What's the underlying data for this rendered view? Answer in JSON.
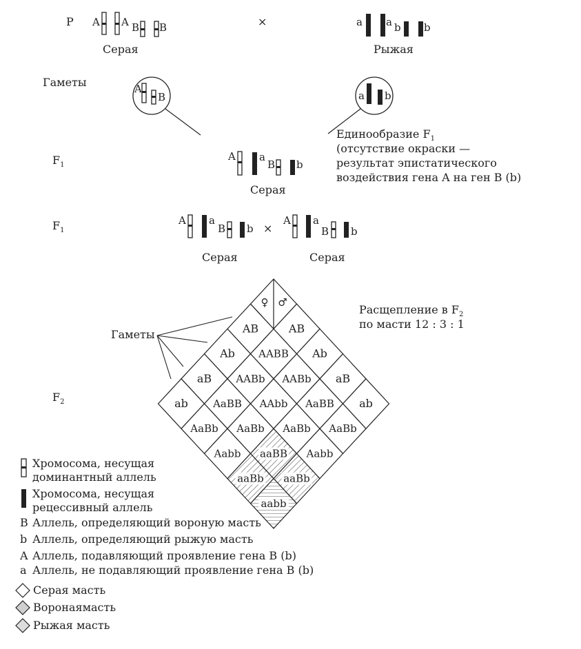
{
  "labels": {
    "p": "P",
    "cross": "×",
    "gametes": "Гаметы",
    "f1": "F",
    "f1_sub": "1",
    "f2": "F",
    "f2_sub": "2",
    "grey": "Серая",
    "red": "Рыжая",
    "female": "♀",
    "male": "♂"
  },
  "alleles": {
    "A": "A",
    "a": "a",
    "B": "B",
    "b": "b"
  },
  "uniformity": {
    "line1": "Единообразие F",
    "line1_sub": "1",
    "line2": "(отсутствие окраски —",
    "line3": "результат эпистатического",
    "line4": "воздействия гена A на ген B (b)"
  },
  "segregation": {
    "line1": "Расщепление в F",
    "line1_sub": "2",
    "line2": "по масти 12 : 3 : 1"
  },
  "punnett": {
    "female_gametes": [
      "AB",
      "Ab",
      "aB",
      "ab"
    ],
    "male_gametes": [
      "AB",
      "Ab",
      "aB",
      "ab"
    ],
    "cells": [
      [
        {
          "genotype": "AABB",
          "phenotype": "grey"
        },
        {
          "genotype": "AABb",
          "phenotype": "grey"
        },
        {
          "genotype": "AaBB",
          "phenotype": "grey"
        },
        {
          "genotype": "AaBb",
          "phenotype": "grey"
        }
      ],
      [
        {
          "genotype": "AABb",
          "phenotype": "grey"
        },
        {
          "genotype": "AAbb",
          "phenotype": "grey"
        },
        {
          "genotype": "AaBb",
          "phenotype": "grey"
        },
        {
          "genotype": "Aabb",
          "phenotype": "grey"
        }
      ],
      [
        {
          "genotype": "AaBB",
          "phenotype": "grey"
        },
        {
          "genotype": "AaBb",
          "phenotype": "grey"
        },
        {
          "genotype": "aaBB",
          "phenotype": "black"
        },
        {
          "genotype": "aaBb",
          "phenotype": "black"
        }
      ],
      [
        {
          "genotype": "AaBb",
          "phenotype": "grey"
        },
        {
          "genotype": "Aabb",
          "phenotype": "grey"
        },
        {
          "genotype": "aaBb",
          "phenotype": "black"
        },
        {
          "genotype": "aabb",
          "phenotype": "red"
        }
      ]
    ]
  },
  "legend": {
    "dominant_chromosome": [
      "Хромосома, несущая",
      "доминантный аллель"
    ],
    "recessive_chromosome": [
      "Хромосома, несущая",
      "рецессивный аллель"
    ],
    "allele_items": [
      {
        "symbol": "B",
        "text": "Аллель, определяющий вороную масть"
      },
      {
        "symbol": "b",
        "text": "Аллель,  определяющий рыжую масть"
      },
      {
        "symbol": "A",
        "text": "Аллель, подавляющий проявление гена B (b)"
      },
      {
        "symbol": "a",
        "text": "Аллель, не подавляющий проявление гена B (b)"
      }
    ],
    "phenotypes": [
      {
        "key": "grey",
        "text": "Серая масть"
      },
      {
        "key": "black",
        "text": "Воронаямасть"
      },
      {
        "key": "red",
        "text": "Рыжая масть"
      }
    ]
  },
  "colors": {
    "ink": "#222222",
    "fill_black": "#d6d6d6",
    "fill_red": "#ececec",
    "background": "#ffffff"
  }
}
